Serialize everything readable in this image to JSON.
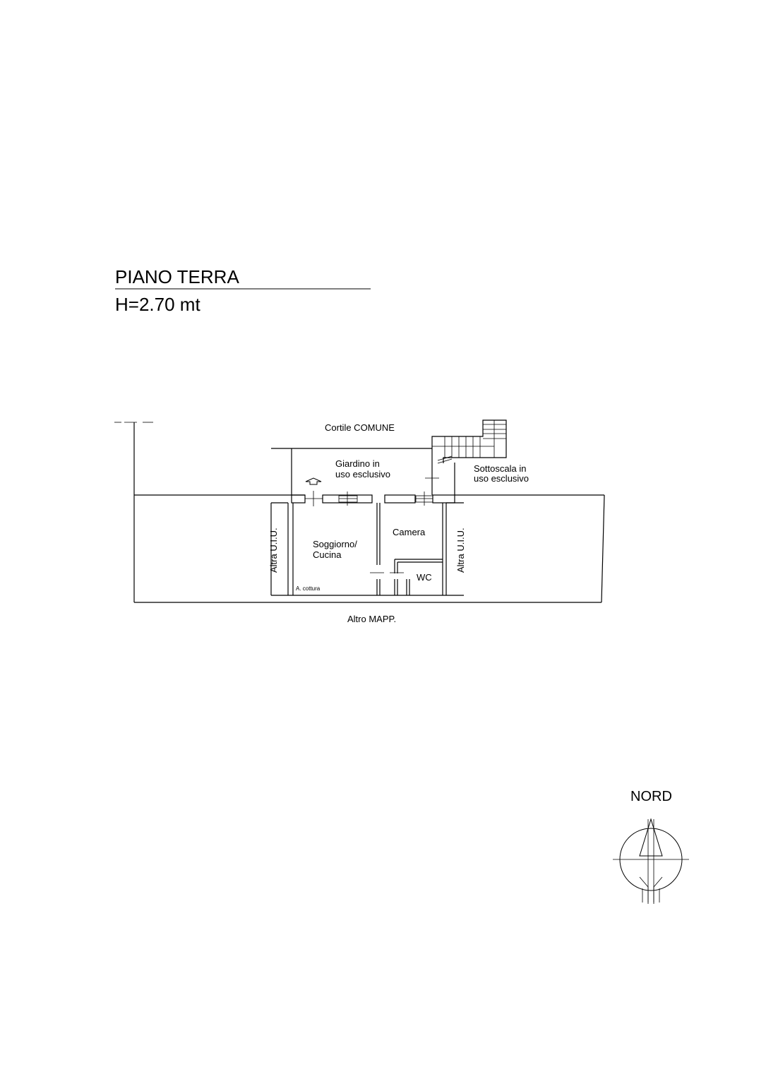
{
  "header": {
    "title": "PIANO TERRA",
    "height": "H=2.70 mt"
  },
  "labels": {
    "courtyard": "Cortile COMUNE",
    "garden_line1": "Giardino in",
    "garden_line2": "uso esclusivo",
    "understair_line1": "Sottoscala in",
    "understair_line2": "uso esclusivo",
    "living_line1": "Soggiorno/",
    "living_line2": "Cucina",
    "bedroom": "Camera",
    "wc": "WC",
    "other_unit_left": "Altra U.I.U.",
    "other_unit_right": "Altra U.I.U.",
    "cooking_area": "A. cottura",
    "other_parcel": "Altro MAPP."
  },
  "compass": {
    "label": "NORD",
    "icon": "north-arrow-icon"
  }
}
